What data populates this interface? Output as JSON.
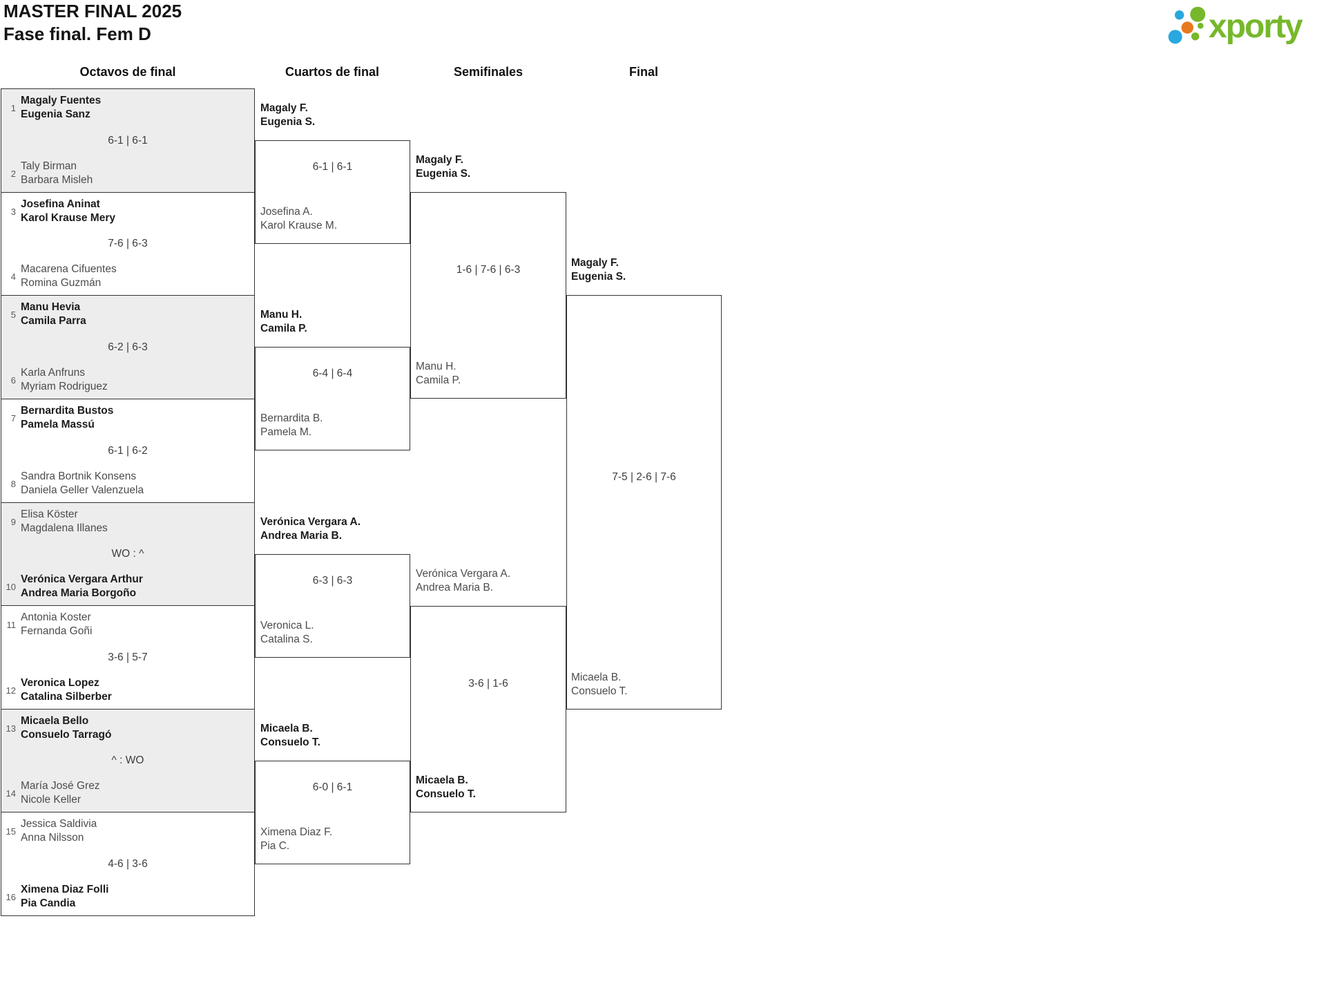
{
  "title": "MASTER FINAL 2025",
  "subtitle": "Fase final. Fem D",
  "logo": {
    "text": "xporty",
    "colors": {
      "green": "#76b82a",
      "blue": "#29a7df",
      "orange": "#e8791f"
    }
  },
  "columns": {
    "octavos": "Octavos de final",
    "cuartos": "Cuartos de final",
    "semifinales": "Semifinales",
    "final": "Final"
  },
  "octavos": [
    {
      "seed_top": "1",
      "top1": "Magaly Fuentes",
      "top2": "Eugenia Sanz",
      "score": "6-1 | 6-1",
      "seed_bottom": "2",
      "bottom1": "Taly Birman",
      "bottom2": "Barbara Misleh"
    },
    {
      "seed_top": "3",
      "top1": "Josefina Aninat",
      "top2": "Karol Krause Mery",
      "score": "7-6 | 6-3",
      "seed_bottom": "4",
      "bottom1": "Macarena Cifuentes",
      "bottom2": "Romina Guzmán"
    },
    {
      "seed_top": "5",
      "top1": "Manu Hevia",
      "top2": "Camila Parra",
      "score": "6-2 | 6-3",
      "seed_bottom": "6",
      "bottom1": "Karla Anfruns",
      "bottom2": "Myriam Rodriguez"
    },
    {
      "seed_top": "7",
      "top1": "Bernardita Bustos",
      "top2": "Pamela Massú",
      "score": "6-1 | 6-2",
      "seed_bottom": "8",
      "bottom1": "Sandra Bortnik Konsens",
      "bottom2": "Daniela Geller Valenzuela"
    },
    {
      "seed_top": "9",
      "top1": "Elisa Köster",
      "top2": "Magdalena Illanes",
      "score": "WO : ^",
      "seed_bottom": "10",
      "bottom1": "Verónica Vergara Arthur",
      "bottom2": "Andrea Maria Borgoño"
    },
    {
      "seed_top": "11",
      "top1": "Antonia Koster",
      "top2": "Fernanda Goñi",
      "score": "3-6 | 5-7",
      "seed_bottom": "12",
      "bottom1": "Veronica Lopez",
      "bottom2": "Catalina Silberber"
    },
    {
      "seed_top": "13",
      "top1": "Micaela Bello",
      "top2": "Consuelo Tarragó",
      "score": "^ : WO",
      "seed_bottom": "14",
      "bottom1": "María José Grez",
      "bottom2": "Nicole Keller"
    },
    {
      "seed_top": "15",
      "top1": "Jessica Saldivia",
      "top2": "Anna Nilsson",
      "score": "4-6 | 3-6",
      "seed_bottom": "16",
      "bottom1": "Ximena Diaz Folli",
      "bottom2": "Pia Candia"
    }
  ],
  "cuartos": [
    {
      "top1": "Magaly F.",
      "top2": "Eugenia S.",
      "score": "6-1 | 6-1",
      "bottom1": "Josefina A.",
      "bottom2": "Karol Krause M."
    },
    {
      "top1": "Manu H.",
      "top2": "Camila P.",
      "score": "6-4 | 6-4",
      "bottom1": "Bernardita B.",
      "bottom2": "Pamela M."
    },
    {
      "top1": "Verónica Vergara A.",
      "top2": "Andrea Maria B.",
      "score": "6-3 | 6-3",
      "bottom1": "Veronica L.",
      "bottom2": "Catalina S."
    },
    {
      "top1": "Micaela B.",
      "top2": "Consuelo T.",
      "score": "6-0 | 6-1",
      "bottom1": "Ximena Diaz F.",
      "bottom2": "Pia C."
    }
  ],
  "semifinales": [
    {
      "top1": "Magaly F.",
      "top2": "Eugenia S.",
      "score": "1-6 | 7-6 | 6-3",
      "bottom1": "Manu H.",
      "bottom2": "Camila P."
    },
    {
      "top1": "Verónica Vergara A.",
      "top2": "Andrea Maria B.",
      "score": "3-6 | 1-6",
      "bottom1": "Micaela B.",
      "bottom2": "Consuelo T."
    }
  ],
  "final": [
    {
      "top1": "Magaly F.",
      "top2": "Eugenia S.",
      "score": "7-5 | 2-6 | 7-6",
      "bottom1": "Micaela B.",
      "bottom2": "Consuelo T."
    }
  ]
}
